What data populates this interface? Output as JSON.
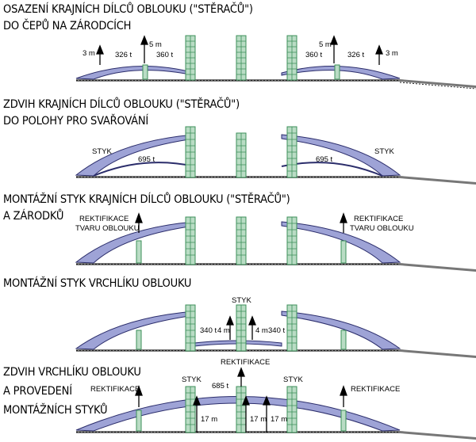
{
  "steps": [
    {
      "heading": [
        "OSAZENÍ KRAJNÍCH DÍLCŮ OBLOUKU (\"STĚRAČŮ\")",
        "DO ČEPŮ NA ZÁRODCÍCH"
      ],
      "labels": [
        "3 m",
        "326 t",
        "5 m",
        "360 t",
        "5 m",
        "360 t",
        "326 t",
        "3 m"
      ]
    },
    {
      "heading": [
        "ZDVIH KRAJNÍCH DÍLCŮ OBLOUKU (\"STĚRAČŮ\")",
        "DO POLOHY PRO SVAŘOVÁNÍ"
      ],
      "labels": [
        "STYK",
        "695 t",
        "695 t",
        "STYK"
      ]
    },
    {
      "heading": [
        "MONTÁŽNÍ STYK KRAJNÍCH DÍLCŮ OBLOUKU (\"STĚRAČŮ\")",
        "A ZÁRODKŮ"
      ],
      "labels": [
        "REKTIFIKACE",
        "TVARU OBLOUKU",
        "REKTIFIKACE",
        "TVARU OBLOUKU"
      ]
    },
    {
      "heading": [
        "MONTÁŽNÍ STYK VRCHLÍKU OBLOUKU"
      ],
      "labels": [
        "STYK",
        "340 t",
        "4 m",
        "4 m",
        "340 t"
      ]
    },
    {
      "heading": [
        "ZDVIH VRCHLÍKU OBLOUKU",
        "A PROVEDENÍ",
        "MONTÁŽNÍCH STYKŮ"
      ],
      "labels": [
        "REKTIFIKACE",
        "REKTIFIKACE",
        "STYK",
        "685 t",
        "STYK",
        "REKTIFIKACE",
        "17 m",
        "17 m",
        "17 m"
      ]
    }
  ],
  "colors": {
    "arch_fill": "#9ea3d6",
    "arch_stroke": "#2b2d6b",
    "tower_fill": "#b9dcc4",
    "tower_line": "#3c8f5a",
    "deck": "#555555"
  }
}
